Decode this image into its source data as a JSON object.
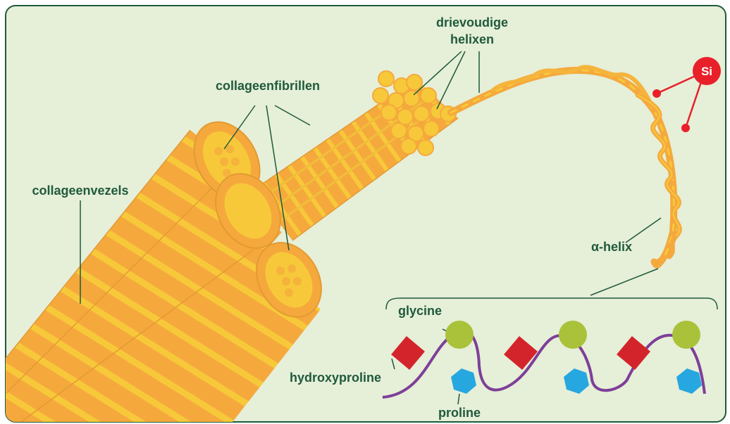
{
  "labels": {
    "triple_line1": "drievoudige",
    "triple_line2": "helixen",
    "fibrils": "collageenfibrillen",
    "fibers": "collageenvezels",
    "alpha": "α-helix",
    "si": "Si",
    "glycine": "glycine",
    "hydroxyproline": "hydroxyproline",
    "proline": "proline"
  },
  "colors": {
    "panel_bg": "#e6efd8",
    "panel_border": "#1f5a3c",
    "fiber_base": "#f5a93d",
    "fiber_band": "#f6cf3b",
    "leader": "#1f5a3c",
    "si": "#e8202a",
    "glycine": "#a9c23a",
    "hydroxyproline": "#d4242b",
    "proline": "#27a7e0",
    "chain": "#7d3f98"
  }
}
